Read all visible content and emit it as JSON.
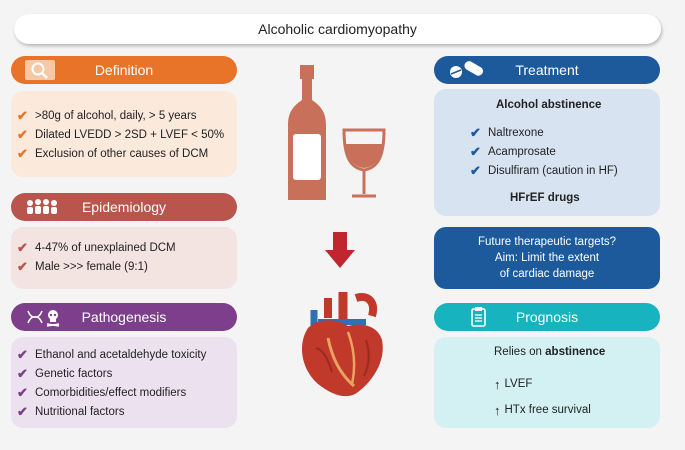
{
  "title": "Alcoholic cardiomyopathy",
  "colors": {
    "definition": "#e8742a",
    "definition_bg": "#fbe9dc",
    "epidemiology": "#b9554c",
    "epidemiology_bg": "#f3e3e1",
    "pathogenesis": "#7d3f8c",
    "pathogenesis_bg": "#ece2ef",
    "treatment": "#1d5a9c",
    "treatment_bg": "#d7e3f0",
    "prognosis": "#17b3bf",
    "prognosis_bg": "#d3f0f2",
    "check_definition": "#e8742a",
    "check_epidemiology": "#b9554c",
    "check_pathogenesis": "#7d3f8c",
    "check_treatment": "#1d5a9c"
  },
  "definition": {
    "label": "Definition",
    "icon": "magnifier-icon",
    "items": [
      ">80g of alcohol, daily, > 5 years",
      "Dilated LVEDD > 2SD + LVEF < 50%",
      "Exclusion of other causes of DCM"
    ]
  },
  "epidemiology": {
    "label": "Epidemiology",
    "icon": "people-icon",
    "items": [
      "4-47% of unexplained DCM",
      "Male >>> female (9:1)"
    ]
  },
  "pathogenesis": {
    "label": "Pathogenesis",
    "icon": "dna-skull-icon",
    "items": [
      "Ethanol and acetaldehyde toxicity",
      "Genetic factors",
      "Comorbidities/effect modifiers",
      "Nutritional factors"
    ]
  },
  "treatment": {
    "label": "Treatment",
    "icon": "pills-icon",
    "heading": "Alcohol abstinence",
    "items": [
      "Naltrexone",
      "Acamprosate",
      "Disulfiram (caution in HF)"
    ],
    "footer": "HFrEF drugs"
  },
  "future": {
    "line1": "Future therapeutic targets?",
    "line2": "Aim:  Limit the extent",
    "line3": "of cardiac damage"
  },
  "prognosis": {
    "label": "Prognosis",
    "icon": "clipboard-icon",
    "relies": "Relies on",
    "relies_bold": "abstinence",
    "items": [
      "LVEF",
      "HTx free survival"
    ]
  }
}
